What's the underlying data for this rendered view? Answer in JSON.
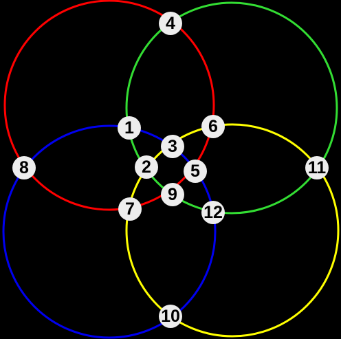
{
  "circles": [
    {
      "name": "red-circle",
      "color": "#ff0000"
    },
    {
      "name": "green-circle",
      "color": "#33dd33"
    },
    {
      "name": "blue-circle",
      "color": "#0000ee"
    },
    {
      "name": "yellow-circle",
      "color": "#ffff00"
    }
  ],
  "nodes": {
    "n1": "1",
    "n2": "2",
    "n3": "3",
    "n4": "4",
    "n5": "5",
    "n6": "6",
    "n7": "7",
    "n8": "8",
    "n9": "9",
    "n10": "10",
    "n11": "11",
    "n12": "12"
  },
  "node_fill": "#ededed"
}
